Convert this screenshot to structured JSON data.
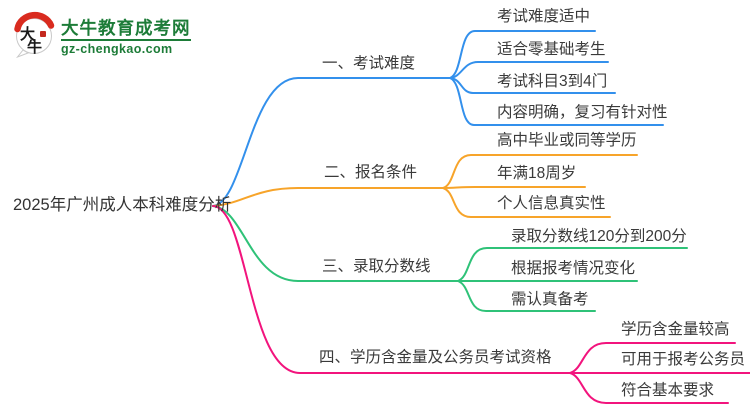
{
  "logo": {
    "icon_char_1": "大",
    "icon_char_2": "牛",
    "site_name": "大牛教育成考网",
    "site_url": "gz-chengkao.com",
    "brand_green": "#1d7c38",
    "brand_red": "#d92b1f"
  },
  "center": {
    "title": "2025年广州成人本科难度分析"
  },
  "branches": [
    {
      "label": "一、考试难度",
      "color": "#3390ec",
      "children": [
        "考试难度适中",
        "适合零基础考生",
        "考试科目3到4门",
        "内容明确，复习有针对性"
      ]
    },
    {
      "label": "二、报名条件",
      "color": "#f7a42a",
      "children": [
        "高中毕业或同等学历",
        "年满18周岁",
        "个人信息真实性"
      ]
    },
    {
      "label": "三、录取分数线",
      "color": "#2fc278",
      "children": [
        "录取分数线120分到200分",
        "根据报考情况变化",
        "需认真备考"
      ]
    },
    {
      "label": "四、学历含金量及公务员考试资格",
      "color": "#f2147d",
      "children": [
        "学历含金量较高",
        "可用于报考公务员",
        "符合基本要求"
      ]
    }
  ]
}
